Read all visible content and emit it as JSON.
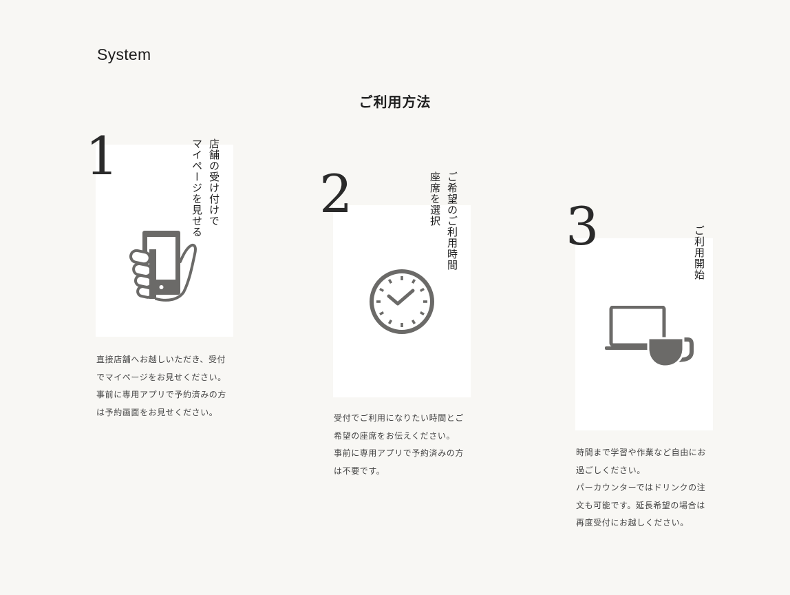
{
  "section_label": "System",
  "page_title": "ご利用方法",
  "colors": {
    "background": "#f8f7f4",
    "card": "#ffffff",
    "icon": "#6b6a68",
    "text": "#1e1e1e",
    "body_text": "#444444"
  },
  "steps": [
    {
      "number": "1",
      "heading": "店舗の受け付けで\nマイページを見せる",
      "icon": "smartphone-in-hand-icon",
      "description": [
        "直接店舗へお越しいただき、受付",
        "でマイページをお見せください。",
        "事前に専用アプリで予約済みの方",
        "は予約画面をお見せください。"
      ]
    },
    {
      "number": "2",
      "heading": "ご希望のご利用時間\n座席を選択",
      "icon": "clock-icon",
      "description": [
        "受付でご利用になりたい時間とご",
        "希望の座席をお伝えください。",
        "事前に専用アプリで予約済みの方",
        "は不要です。"
      ]
    },
    {
      "number": "3",
      "heading": "ご利用開始",
      "icon": "laptop-and-cup-icon",
      "description": [
        "時間まで学習や作業など自由にお",
        "過ごしください。",
        "パーカウンターではドリンクの注",
        "文も可能です。延長希望の場合は",
        "再度受付にお越しください。"
      ]
    }
  ]
}
